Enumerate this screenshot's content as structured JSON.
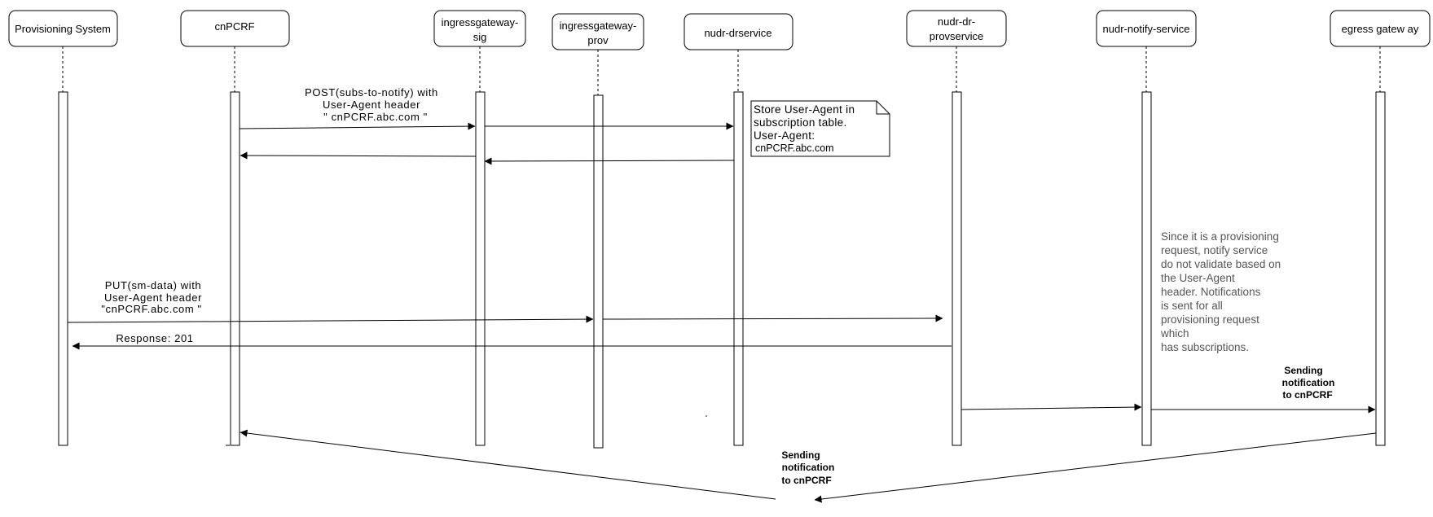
{
  "participants": [
    {
      "id": "prov",
      "label_lines": [
        "Provisioning System"
      ]
    },
    {
      "id": "cnpcrf",
      "label_lines": [
        "cnPCRF"
      ]
    },
    {
      "id": "igsig",
      "label_lines": [
        "ingressgateway-",
        "sig"
      ]
    },
    {
      "id": "igprov",
      "label_lines": [
        "ingressgateway-",
        "prov"
      ]
    },
    {
      "id": "nudrdr",
      "label_lines": [
        "nudr-drservice"
      ]
    },
    {
      "id": "nudrprov",
      "label_lines": [
        "nudr-dr-",
        "provservice"
      ]
    },
    {
      "id": "notify",
      "label_lines": [
        "nudr-notify-service"
      ]
    },
    {
      "id": "egress",
      "label_lines": [
        "egress gatew ay"
      ]
    }
  ],
  "messages": [
    {
      "id": "post",
      "label_lines": [
        "POST(subs-to-notify) with",
        "User-Agent header",
        "\" cnPCRF.abc.com \""
      ]
    },
    {
      "id": "put",
      "label_lines": [
        "PUT(sm-data) with",
        "User-Agent header",
        "\"cnPCRF.abc.com  \""
      ]
    },
    {
      "id": "resp",
      "label_lines": [
        "Response: 201"
      ]
    },
    {
      "id": "send_notify_egress",
      "label_lines": [
        "Sending",
        "notification",
        "to cnPCRF"
      ]
    },
    {
      "id": "send_notify_cnpcrf",
      "label_lines": [
        "Sending",
        "notification",
        "to cnPCRF"
      ]
    }
  ],
  "notes": {
    "store": {
      "lines": [
        "Store User-Agent in",
        "subscription table.",
        "User-Agent:",
        "cnPCRF.abc.com"
      ]
    },
    "provisioning": {
      "lines": [
        "Since it is a provisioning",
        "request, notify service",
        "do not validate based on",
        "the User-Agent",
        "header. Notifications",
        "is sent for all",
        "provisioning request",
        "which",
        "has subscriptions."
      ]
    }
  }
}
